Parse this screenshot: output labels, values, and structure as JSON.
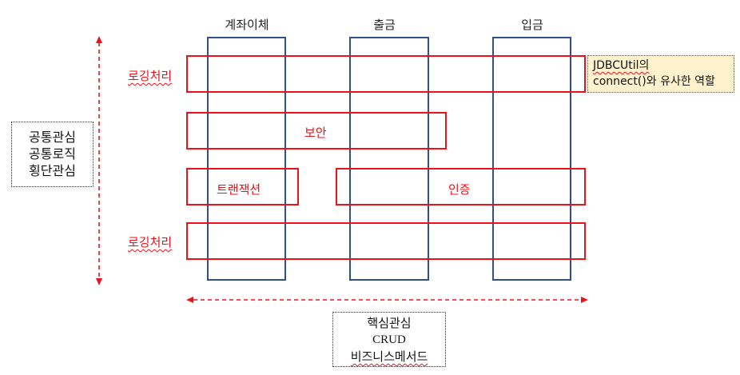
{
  "columns": {
    "transfer": "계좌이체",
    "withdraw": "출금",
    "deposit": "입금"
  },
  "bands": {
    "logging_top_label": "로깅처리",
    "security": "보안",
    "transaction": "트랜잭션",
    "auth": "인증",
    "logging_bottom_label": "로깅처리"
  },
  "note": {
    "line1": "JDBCUtil의",
    "line2": "connect()와 유사한 역할"
  },
  "cross_cutting": {
    "line1": "공통관심",
    "line2": "공통로직",
    "line3": "횡단관심"
  },
  "core": {
    "line1": "핵심관심",
    "line2": "CRUD",
    "line3": "비즈니스메서드"
  },
  "colors": {
    "column_border": "#2F4F8F",
    "band_border": "#E8131B",
    "note_fill": "#FFF2CC"
  }
}
